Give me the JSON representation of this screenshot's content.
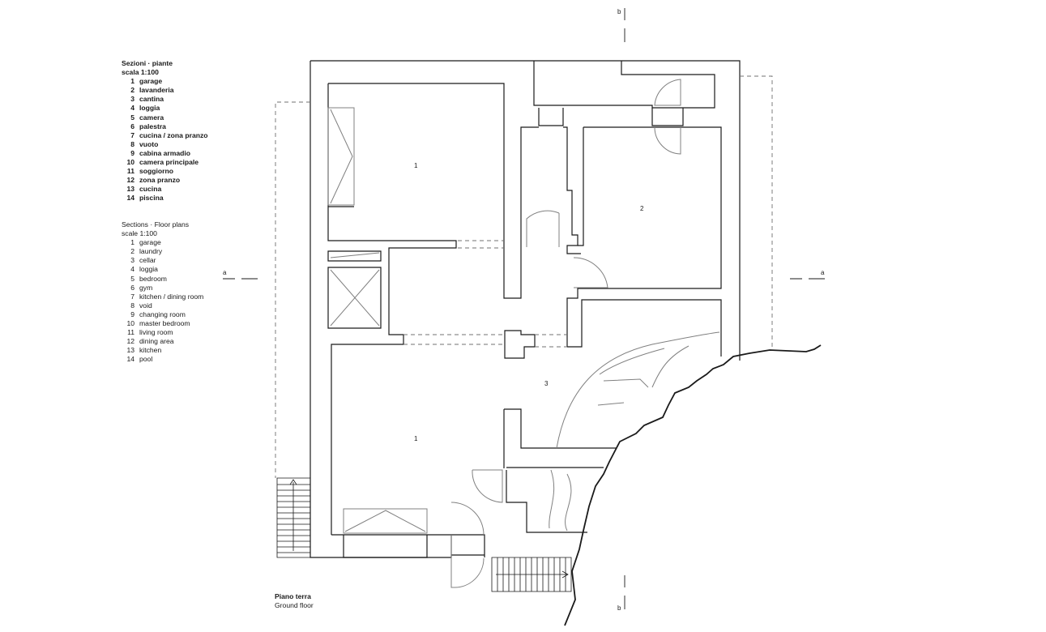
{
  "legend_it": {
    "title": "Sezioni · piante",
    "scale": "scala 1:100",
    "items": [
      {
        "n": "1",
        "label": "garage"
      },
      {
        "n": "2",
        "label": "lavanderia"
      },
      {
        "n": "3",
        "label": "cantina"
      },
      {
        "n": "4",
        "label": "loggia"
      },
      {
        "n": "5",
        "label": "camera"
      },
      {
        "n": "6",
        "label": "palestra"
      },
      {
        "n": "7",
        "label": "cucina / zona pranzo"
      },
      {
        "n": "8",
        "label": "vuoto"
      },
      {
        "n": "9",
        "label": "cabina armadio"
      },
      {
        "n": "10",
        "label": "camera principale"
      },
      {
        "n": "11",
        "label": "soggiorno"
      },
      {
        "n": "12",
        "label": "zona pranzo"
      },
      {
        "n": "13",
        "label": "cucina"
      },
      {
        "n": "14",
        "label": "piscina"
      }
    ]
  },
  "legend_en": {
    "title": "Sections · Floor plans",
    "scale": "scale 1:100",
    "items": [
      {
        "n": "1",
        "label": "garage"
      },
      {
        "n": "2",
        "label": "laundry"
      },
      {
        "n": "3",
        "label": "cellar"
      },
      {
        "n": "4",
        "label": "loggia"
      },
      {
        "n": "5",
        "label": "bedroom"
      },
      {
        "n": "6",
        "label": "gym"
      },
      {
        "n": "7",
        "label": "kitchen / dining room"
      },
      {
        "n": "8",
        "label": "void"
      },
      {
        "n": "9",
        "label": "changing room"
      },
      {
        "n": "10",
        "label": "master bedroom"
      },
      {
        "n": "11",
        "label": "living room"
      },
      {
        "n": "12",
        "label": "dining area"
      },
      {
        "n": "13",
        "label": "kitchen"
      },
      {
        "n": "14",
        "label": "pool"
      }
    ]
  },
  "caption": {
    "line1": "Piano terra",
    "line2": "Ground floor"
  },
  "section_marks": {
    "a_left": "a",
    "a_right": "a",
    "b_top": "b",
    "b_bottom": "b"
  },
  "room_labels": {
    "garage_upper": "1",
    "laundry": "2",
    "garage_lower": "1",
    "cellar": "3"
  },
  "colors": {
    "wall": "#1a1a1a",
    "fixture": "#808080",
    "dashed": "#707070",
    "background": "#ffffff"
  }
}
